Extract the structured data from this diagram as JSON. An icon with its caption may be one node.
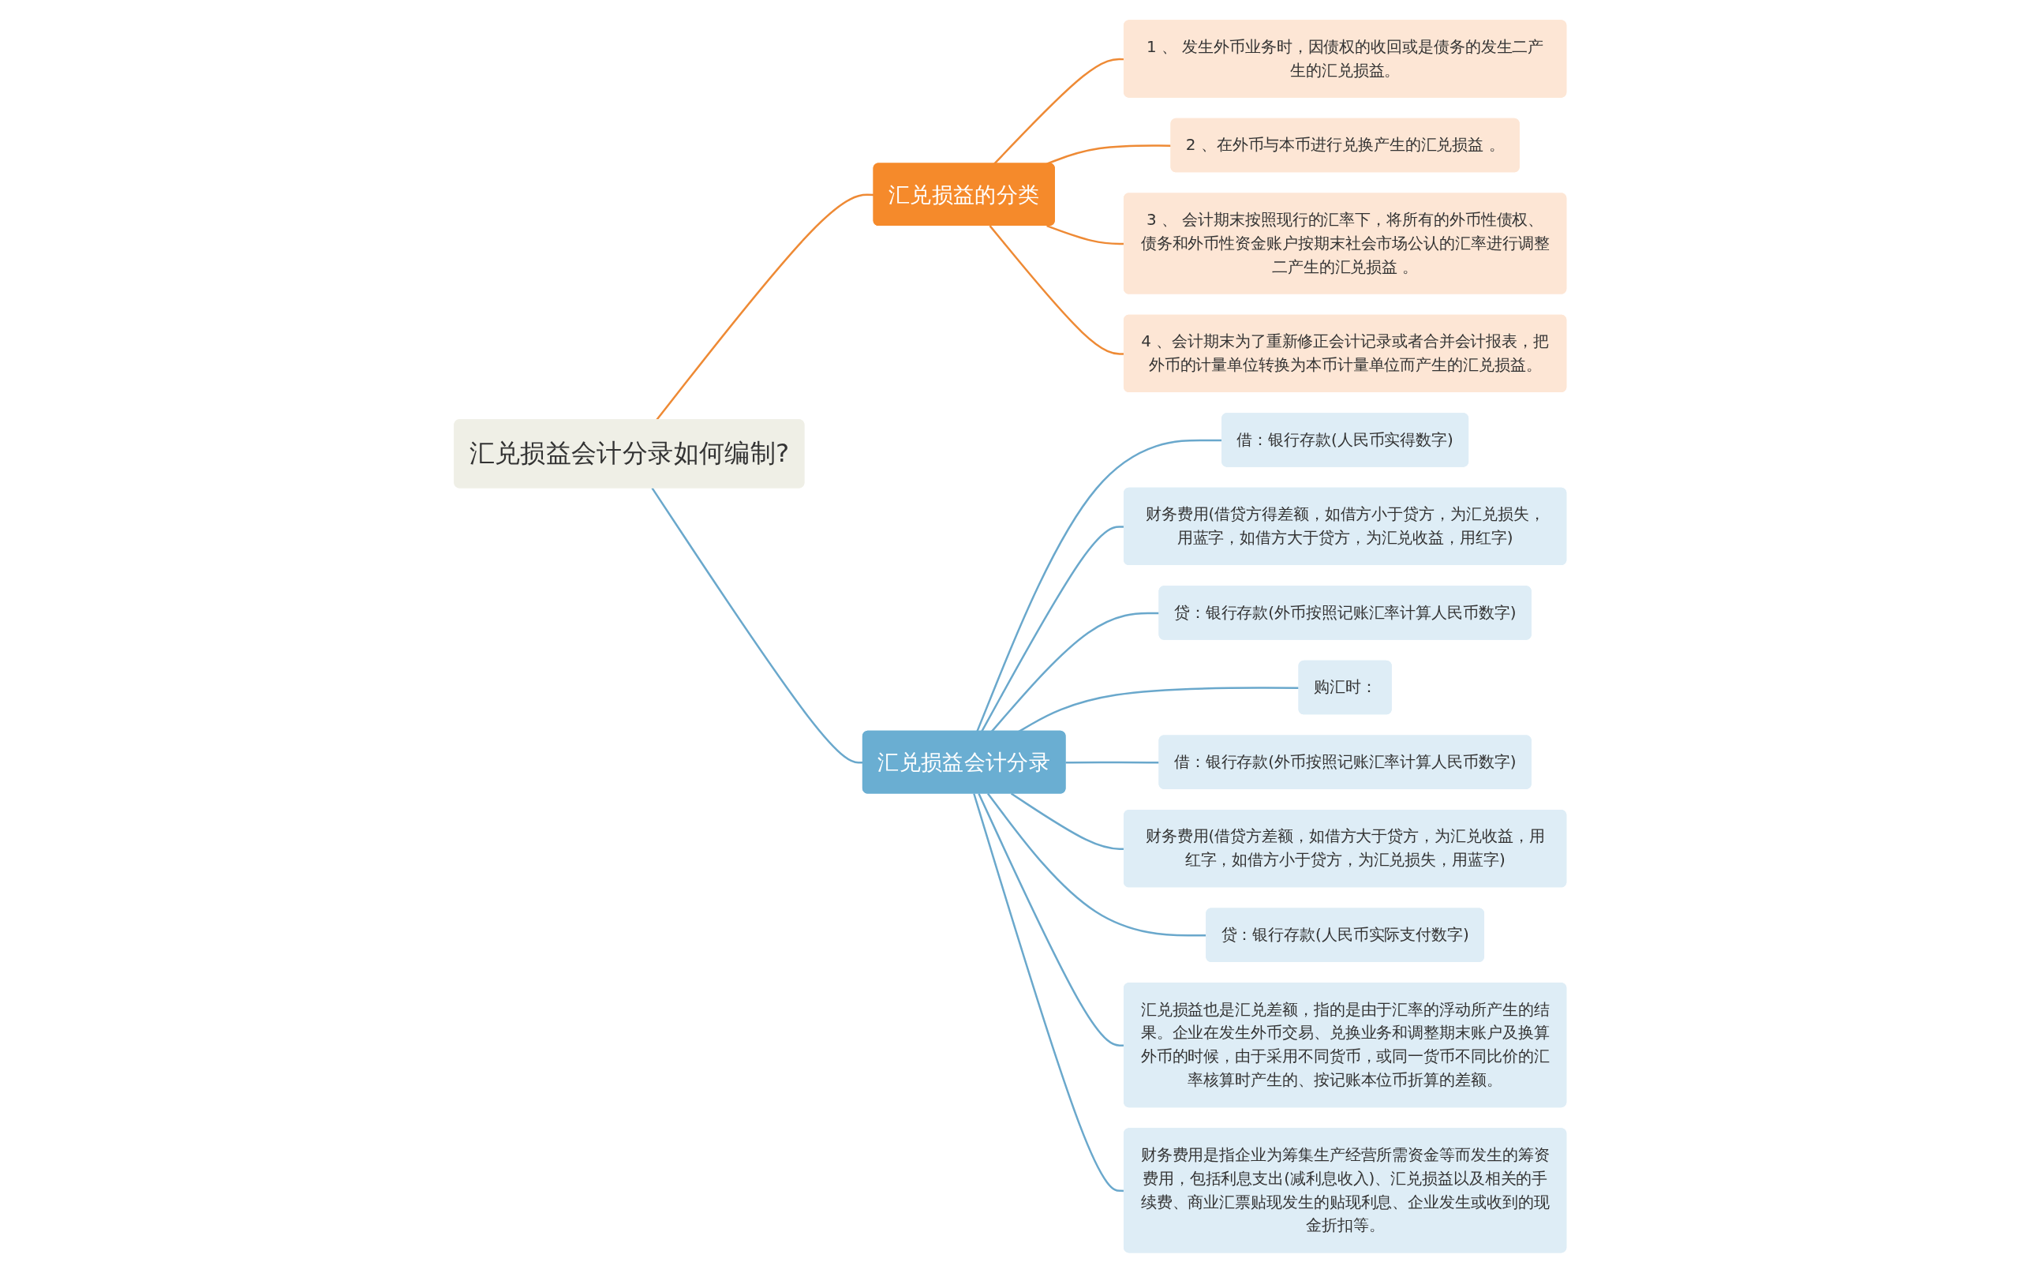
{
  "diagram": {
    "nodes": [
      {
        "text": [
          "汇兑损益会计分录如何编制?"
        ]
      },
      {
        "text": [
          "汇兑损益的分类"
        ]
      },
      {
        "text": [
          "1 、 发生外币业务时，因债权的收回或是债务的发生二产生的汇兑损益。"
        ]
      },
      {
        "text": [
          "2 、在外币与本币进行兑换产生的汇兑损益 。"
        ]
      },
      {
        "text": [
          "3 、 会计期末按照现行的汇率下，将所有的外币性债权、债务和外币性资金账户按期末社会市场公认的汇率进行调整二产生的汇兑损益 。"
        ]
      },
      {
        "text": [
          "4 、会计期末为了重新修正会计记录或者合并会计报表，把外币的计量单位转换为本币计量单位而产生的汇兑损益。"
        ]
      },
      {
        "text": [
          "汇兑损益会计分录"
        ]
      },
      {
        "text": [
          "借：银行存款(人民币实得数字)"
        ]
      },
      {
        "text": [
          "财务费用(借贷方得差额，如借方小于贷方，为汇兑损失，用蓝字，如借方大于贷方，为汇兑收益，用红字)"
        ]
      },
      {
        "text": [
          "贷：银行存款(外币按照记账汇率计算人民币数字)"
        ]
      },
      {
        "text": [
          "购汇时："
        ]
      },
      {
        "text": [
          "借：银行存款(外币按照记账汇率计算人民币数字)"
        ]
      },
      {
        "text": [
          "财务费用(借贷方差额，如借方大于贷方，为汇兑收益，用红字，如借方小于贷方，为汇兑损失，用蓝字)"
        ]
      },
      {
        "text": [
          "贷：银行存款(人民币实际支付数字)"
        ]
      },
      {
        "text": [
          "汇兑损益也是汇兑差额，指的是由于汇率的浮动所产生的结果。企业在发生外币交易、兑换业务和调整期末账户及换算外币的时候，由于采用不同货币，或同一货币不同比价的汇率核算时产生的、按记账本位币折算的差额。"
        ]
      },
      {
        "text": [
          "财务费用是指企业为筹集生产经营所需资金等而发生的筹资费用，包括利息支出(减利息收入)、汇兑损益以及相关的手续费、商业汇票贴现发生的贴现利息、企业发生或收到的现金折扣等。"
        ]
      }
    ],
    "edges": [
      {
        "from": 0,
        "to": 1,
        "arrow": "none",
        "color": "#ee8a35"
      },
      {
        "from": 1,
        "to": 2,
        "arrow": "none",
        "color": "#ee8a35"
      },
      {
        "from": 1,
        "to": 3,
        "arrow": "none",
        "color": "#ee8a35"
      },
      {
        "from": 1,
        "to": 4,
        "arrow": "none",
        "color": "#ee8a35"
      },
      {
        "from": 1,
        "to": 5,
        "arrow": "none",
        "color": "#ee8a35"
      },
      {
        "from": 0,
        "to": 6,
        "arrow": "none"
      },
      {
        "from": 6,
        "to": 7,
        "arrow": "none"
      },
      {
        "from": 6,
        "to": 8,
        "arrow": "none"
      },
      {
        "from": 6,
        "to": 9,
        "arrow": "none"
      },
      {
        "from": 6,
        "to": 10,
        "arrow": "none"
      },
      {
        "from": 6,
        "to": 11,
        "arrow": "none"
      },
      {
        "from": 6,
        "to": 12,
        "arrow": "none"
      },
      {
        "from": 6,
        "to": 13,
        "arrow": "none"
      },
      {
        "from": 6,
        "to": 14,
        "arrow": "none"
      },
      {
        "from": 6,
        "to": 15,
        "arrow": "none"
      }
    ]
  }
}
